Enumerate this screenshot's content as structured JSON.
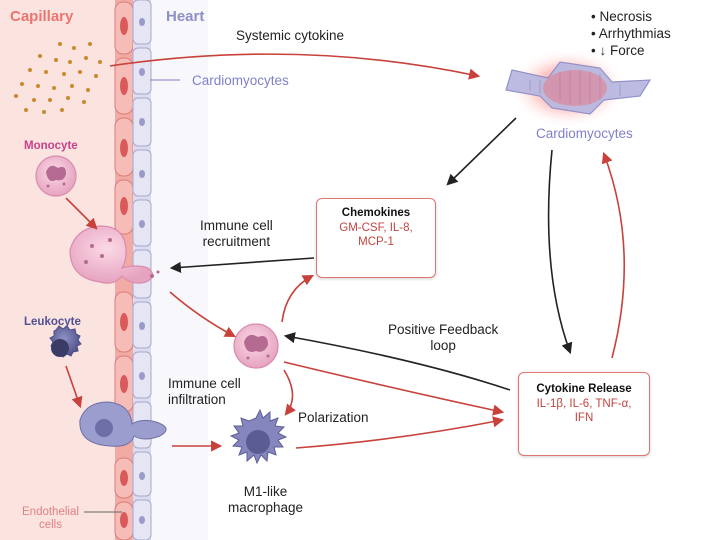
{
  "headers": {
    "capillary": "Capillary",
    "heart": "Heart"
  },
  "labels": {
    "systemic_cytokine": "Systemic cytokine",
    "cardiomyocytes_wall": "Cardiomyocytes",
    "cardiomyocytes_top": "Cardiomyocytes",
    "monocyte": "Monocyte",
    "leukocyte": "Leukocyte",
    "immune_recruitment": "Immune cell\nrecruitment",
    "immune_infiltration": "Immune cell\ninfiltration",
    "polarization": "Polarization",
    "positive_feedback": "Positive Feedback\nloop",
    "m1_macrophage": "M1-like\nmacrophage",
    "endothelial": "Endothelial\ncells"
  },
  "effects": [
    "Necrosis",
    "Arrhythmias",
    "↓ Force"
  ],
  "chemokines_box": {
    "title": "Chemokines",
    "items": "GM-CSF, IL-8,\nMCP-1"
  },
  "cytokine_box": {
    "title": "Cytokine Release",
    "items": "IL-1β, IL-6, TNF-α,\nIFN"
  },
  "colors": {
    "capillary_bg": "#fbe3e0",
    "heart_bg": "#eeeef7",
    "arrow_red": "#c8413b",
    "arrow_dark": "#222222",
    "box_border": "#e07870",
    "monocyte": "#f0b6cf",
    "leukocyte": "#6e6fa6",
    "macrophage": "#6a6ba5"
  }
}
